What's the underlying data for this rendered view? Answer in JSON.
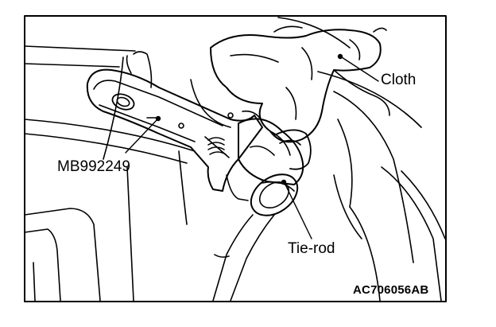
{
  "labels": {
    "cloth": "Cloth",
    "special_tool": "MB992249",
    "tie_rod": "Tie-rod",
    "figure_code": "AC706056AB"
  },
  "colors": {
    "line": "#000000",
    "background": "#ffffff"
  }
}
